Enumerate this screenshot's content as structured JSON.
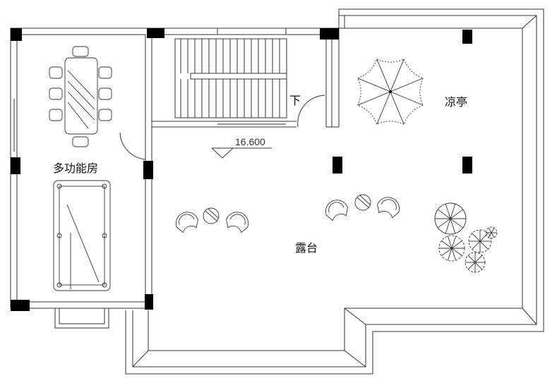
{
  "plan": {
    "rooms": {
      "multi_function_room": "多功能房",
      "terrace": "露台",
      "pavilion": "凉亭"
    },
    "stair_direction": "下",
    "level_elevation": "16.600"
  }
}
